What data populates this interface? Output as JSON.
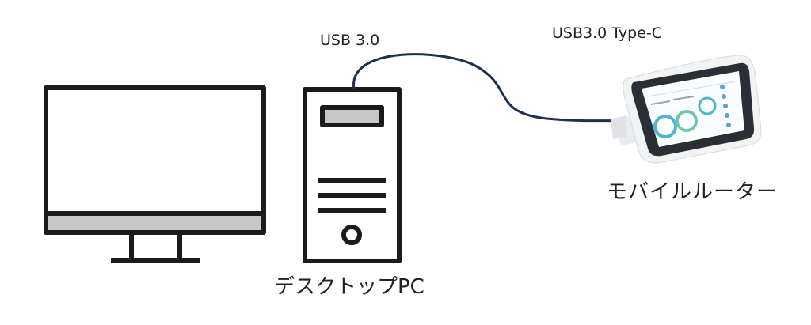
{
  "labels": {
    "usb_pc": "USB 3.0",
    "usb_router": "USB3.0 Type-C",
    "router": "モバイルルーター",
    "pc": "デスクトップPC"
  },
  "colors": {
    "outline": "#1b1b1b",
    "fill_gray": "#c8c8c8",
    "cable": "#1f2f4d"
  }
}
